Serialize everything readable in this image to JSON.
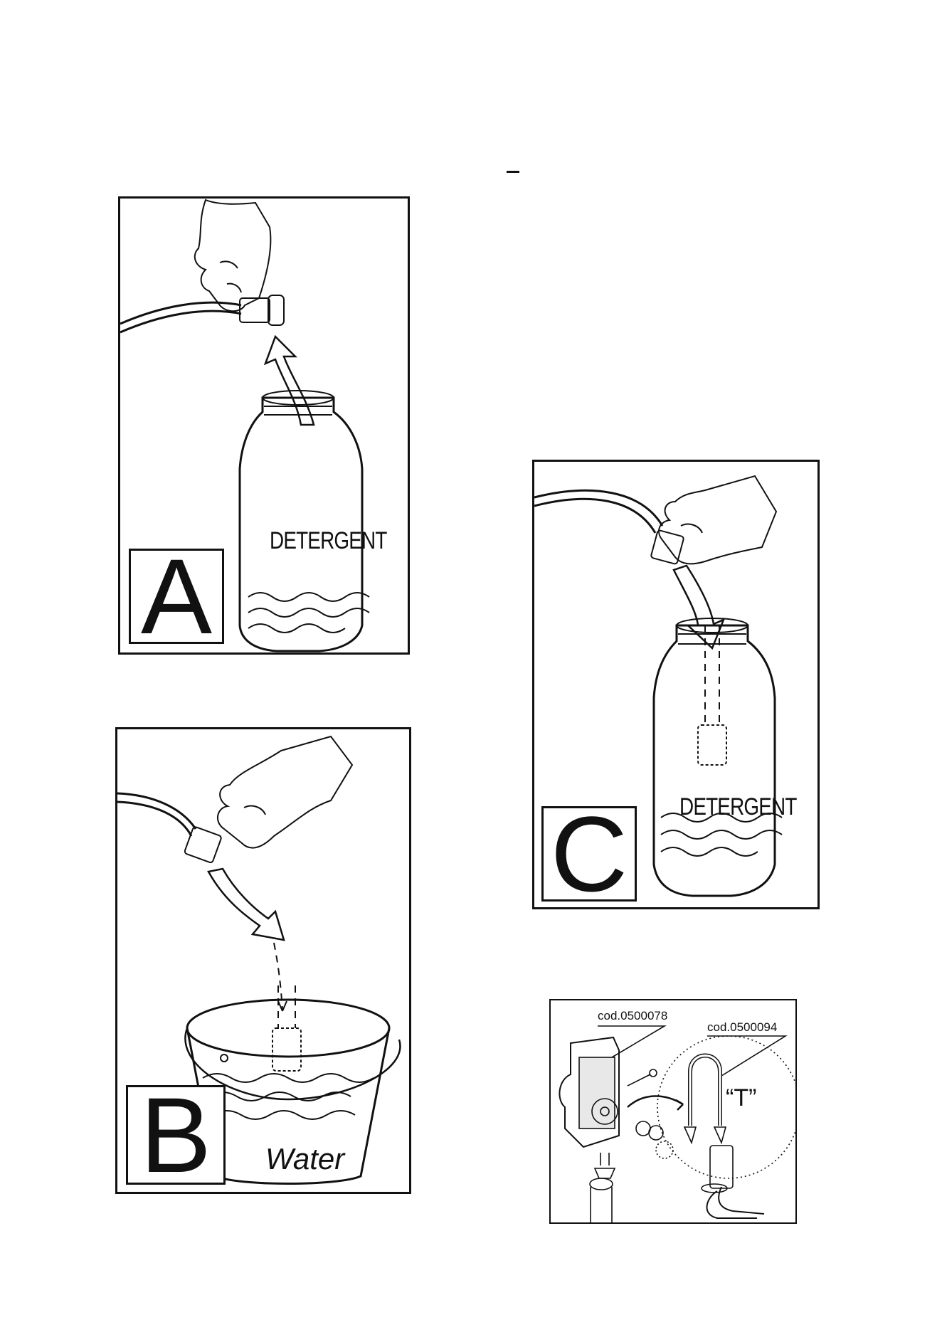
{
  "panels": {
    "a": {
      "letter": "A",
      "bottle_label": "DETERGENT"
    },
    "b": {
      "letter": "B",
      "bucket_label": "Water"
    },
    "c": {
      "letter": "C",
      "bottle_label": "DETERGENT"
    },
    "d": {
      "code_pump": "cod.0500078",
      "code_tube": "cod.0500094",
      "tee_label": "“T”"
    }
  },
  "colors": {
    "line": "#111111",
    "background": "#ffffff"
  }
}
